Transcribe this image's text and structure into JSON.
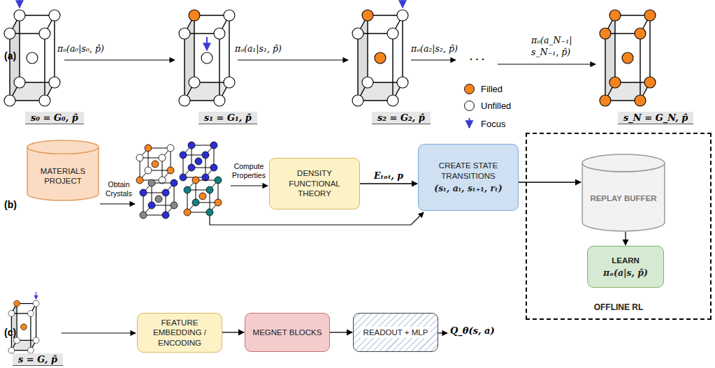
{
  "diagram": {
    "nodes": [
      {
        "text": [
          "MATERIALS PROJECT"
        ]
      },
      {
        "text": [
          "DENSITY FUNCTIONAL THEORY"
        ]
      },
      {
        "text": [
          "CREATE STATE TRANSITIONS",
          "(sₜ, aₜ, sₜ₊₁, rₜ)"
        ]
      },
      {
        "text": [
          "OFFLINE RL"
        ]
      },
      {
        "text": [
          "REPLAY BUFFER"
        ],
        "in": 3
      },
      {
        "text": [
          "LEARN",
          "πₒ(a|s, p̂)"
        ],
        "in": 3
      },
      {
        "text": [
          "FEATURE EMBEDDING / ENCODING"
        ]
      },
      {
        "text": [
          "MEGNET BLOCKS"
        ]
      },
      {
        "text": [
          "READOUT + MLP"
        ]
      }
    ],
    "edges": [
      {
        "from": 1,
        "to": 2,
        "arrow": "to",
        "label": "Eₜₒₜ, p"
      },
      {
        "from": 2,
        "to": 4,
        "arrow": "to"
      },
      {
        "from": 4,
        "to": 5,
        "arrow": "to"
      },
      {
        "from": 6,
        "to": 7,
        "arrow": "to"
      },
      {
        "from": 7,
        "to": 8,
        "arrow": "to"
      }
    ],
    "labels": [
      "(a)",
      "(b)",
      "(c)",
      "πₒ(a₀|s₀, p̂)",
      "πₒ(a₁|s₁, p̂)",
      "πₒ(a₂|s₂, p̂)",
      "· · ·",
      "πₒ(a_N₋₁| s_N₋₁, p̂)",
      "s₀ = G₀, p̂",
      "s₁ = G₁, p̂",
      "s₂ = G₂, p̂",
      "s_N = G_N, p̂",
      "Obtain Crystals",
      "Compute Properties",
      "s = G, p̂",
      "Q_θ(s, a)"
    ],
    "legend": [
      {
        "text": "Filled",
        "color": "#f5841f"
      },
      {
        "text": "Unfilled",
        "color": "#ffffff"
      },
      {
        "text": "Focus"
      }
    ]
  }
}
